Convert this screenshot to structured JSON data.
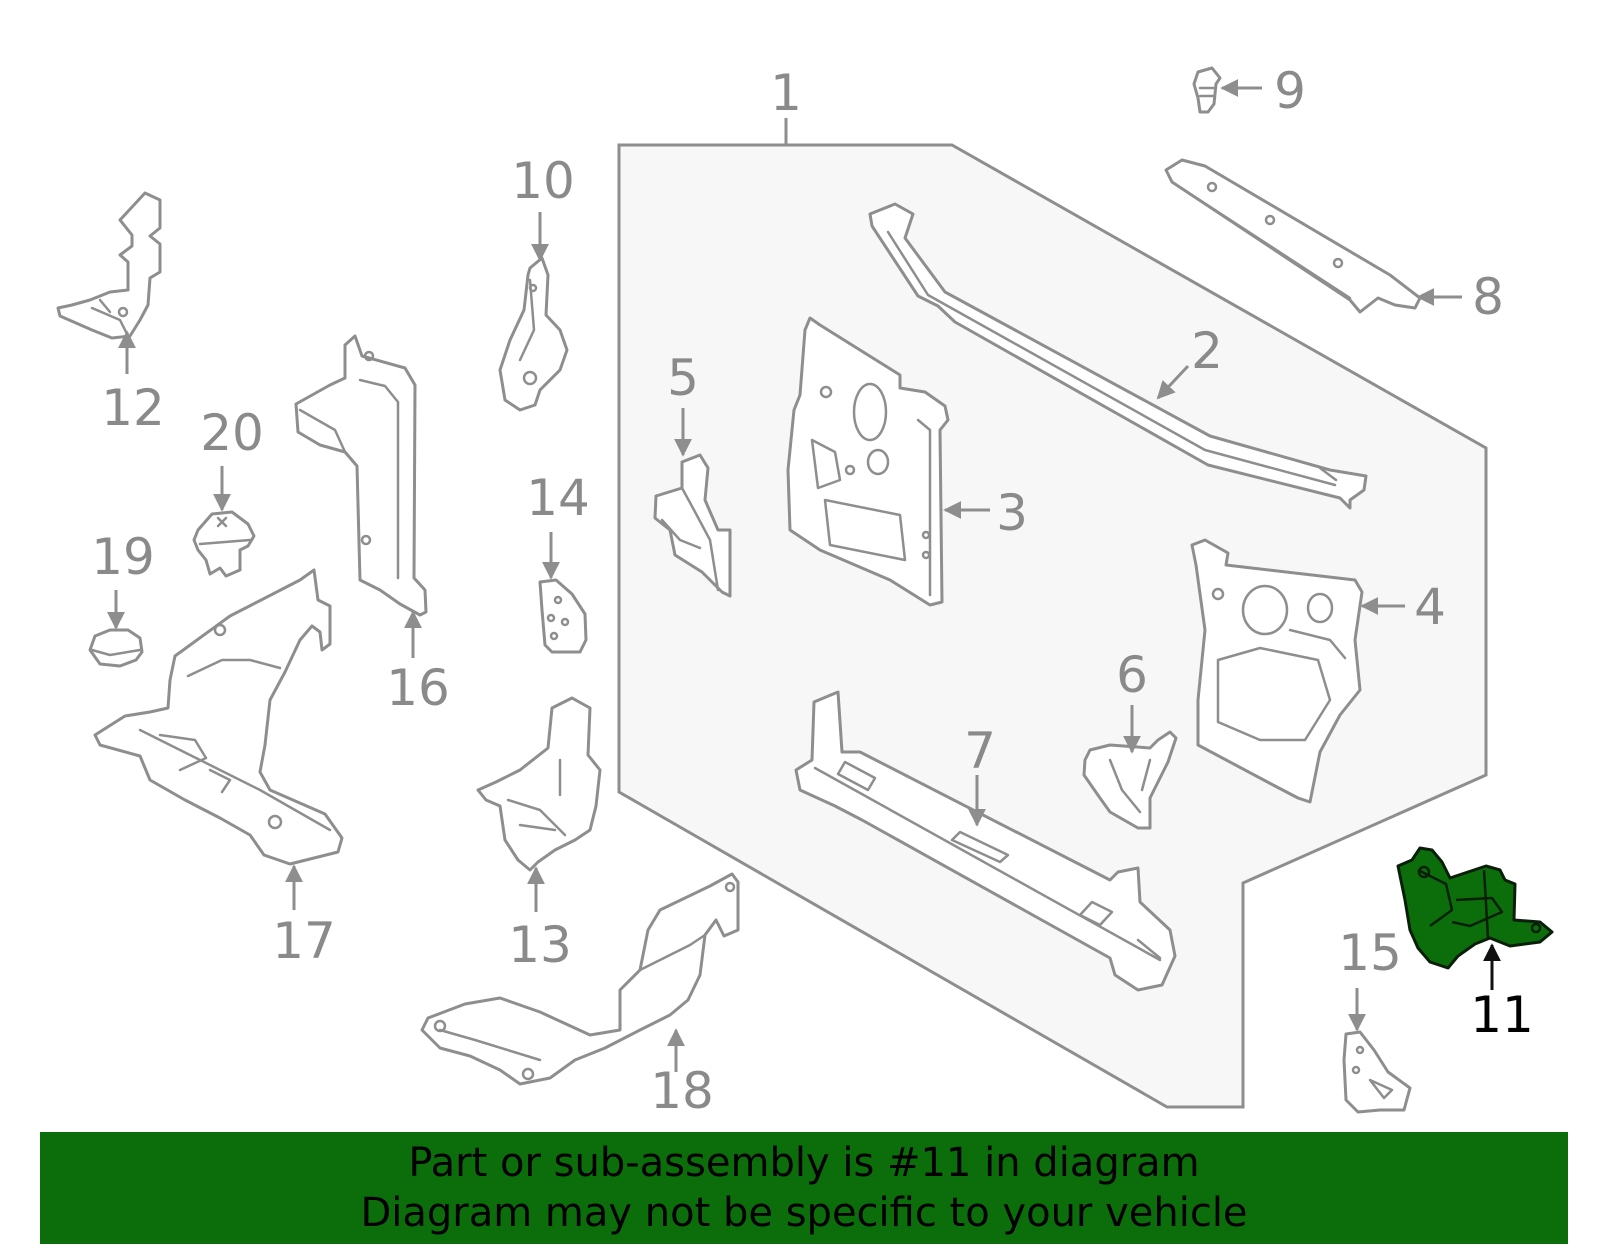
{
  "callouts": {
    "c1": "1",
    "c2": "2",
    "c3": "3",
    "c4": "4",
    "c5": "5",
    "c6": "6",
    "c7": "7",
    "c8": "8",
    "c9": "9",
    "c10": "10",
    "c11": "11",
    "c12": "12",
    "c13": "13",
    "c14": "14",
    "c15": "15",
    "c16": "16",
    "c17": "17",
    "c18": "18",
    "c19": "19",
    "c20": "20"
  },
  "highlighted_part": "11",
  "colors": {
    "highlight": "#0b6e0b",
    "line_art": "#8e8e8e",
    "assembly_fill": "#f7f7f7"
  },
  "banner": {
    "line1": "Part or sub-assembly is #11 in diagram",
    "line2": "Diagram may not be specific to your vehicle"
  }
}
